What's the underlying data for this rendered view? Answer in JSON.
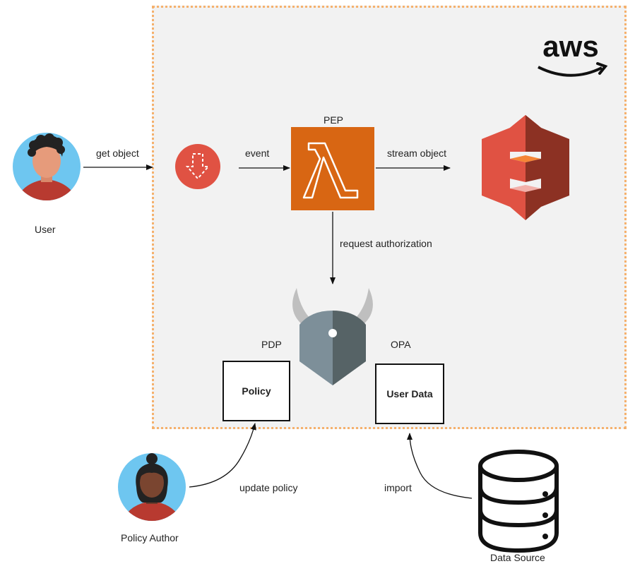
{
  "labels": {
    "user": "User",
    "get_object": "get object",
    "event": "event",
    "pep": "PEP",
    "stream_object": "stream object",
    "request_authorization": "request authorization",
    "pdp": "PDP",
    "opa": "OPA",
    "policy_box": "Policy",
    "user_data_box": "User Data",
    "update_policy": "update policy",
    "import": "import",
    "policy_author": "Policy Author",
    "data_source": "Data Source",
    "aws_logo": "aws"
  },
  "colors": {
    "frame_fill": "#f2f2f2",
    "frame_border": "#f5b16d",
    "lambda_orange": "#d86613",
    "s3_red": "#e05243",
    "opa_gray_light": "#7d8f99",
    "opa_gray_dark": "#566366",
    "avatar_sky": "#6ec6f0",
    "shirt_red": "#b83a30",
    "arrow": "#111111"
  },
  "icons": {
    "user_avatar": "user-avatar-icon",
    "object_lambda_access_point": "s3-object-lambda-icon",
    "lambda": "aws-lambda-icon",
    "s3": "amazon-s3-icon",
    "opa": "opa-viking-icon",
    "policy_author_avatar": "policy-author-avatar-icon",
    "data_source": "database-icon"
  }
}
